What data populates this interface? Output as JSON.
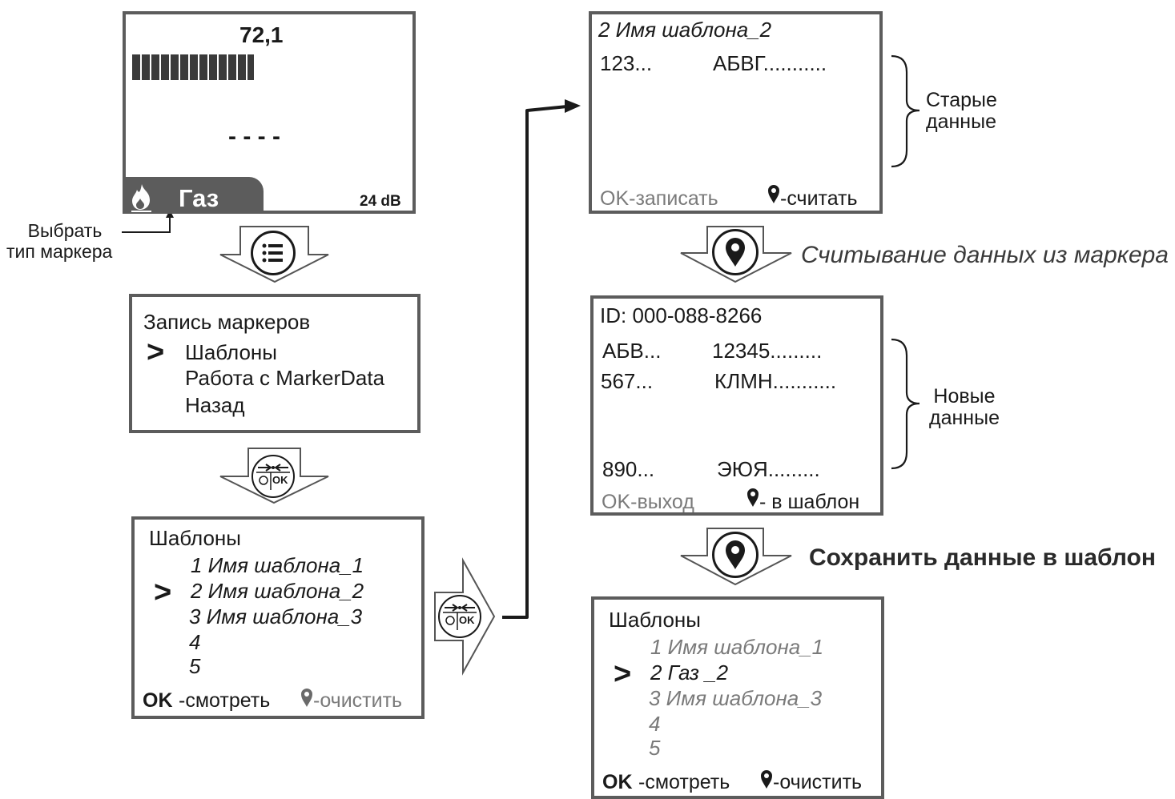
{
  "screen1": {
    "value": "72,1",
    "dashes": "- - - -",
    "mode": "Газ",
    "db": "24 dB",
    "flame_icon": "flame-icon"
  },
  "select_label": {
    "line1": "Выбрать",
    "line2": "тип маркера"
  },
  "menu_button_icon": "list-icon",
  "ok_button_icon": "ok-icon",
  "ok_button_label": "OK",
  "marker_button_icon": "location-pin-icon",
  "screen2": {
    "title": "Запись маркеров",
    "items": [
      "Шаблоны",
      "Работа с MarkerData",
      "Назад"
    ]
  },
  "screen3": {
    "title": "Шаблоны",
    "items": [
      "1  Имя шаблона_1",
      "2  Имя шаблона_2",
      "3  Имя шаблона_3",
      "4",
      "5"
    ],
    "footer_ok": "OK",
    "footer_ok_rest": "-смотреть",
    "footer_pin_text": "-очистить"
  },
  "screen4": {
    "title": "2  Имя шаблона_2",
    "row_left": "123...",
    "row_right": "АБВГ...........",
    "footer_left": "OK-записать",
    "footer_right": "-считать"
  },
  "old_data_label": {
    "line1": "Старые",
    "line2": "данные"
  },
  "read_label": "Считывание данных из маркера",
  "screen5": {
    "id": "ID:  000-088-8266",
    "rows": [
      {
        "left": "АБВ...",
        "right": "12345........."
      },
      {
        "left": "567...",
        "right": "КЛМН..........."
      },
      {
        "left": "890...",
        "right": "ЭЮЯ........."
      }
    ],
    "footer_left": "OK-выход",
    "footer_right": "- в шаблон"
  },
  "new_data_label": {
    "line1": "Новые",
    "line2": "данные"
  },
  "save_label": "Сохранить данные в шаблон",
  "screen6": {
    "title": "Шаблоны",
    "items": [
      "1  Имя шаблона_1",
      "2  Газ _2",
      "3  Имя шаблона_3",
      "4",
      "5"
    ],
    "footer_ok": "OK",
    "footer_ok_rest": "-смотреть",
    "footer_pin_text": "-очистить"
  }
}
